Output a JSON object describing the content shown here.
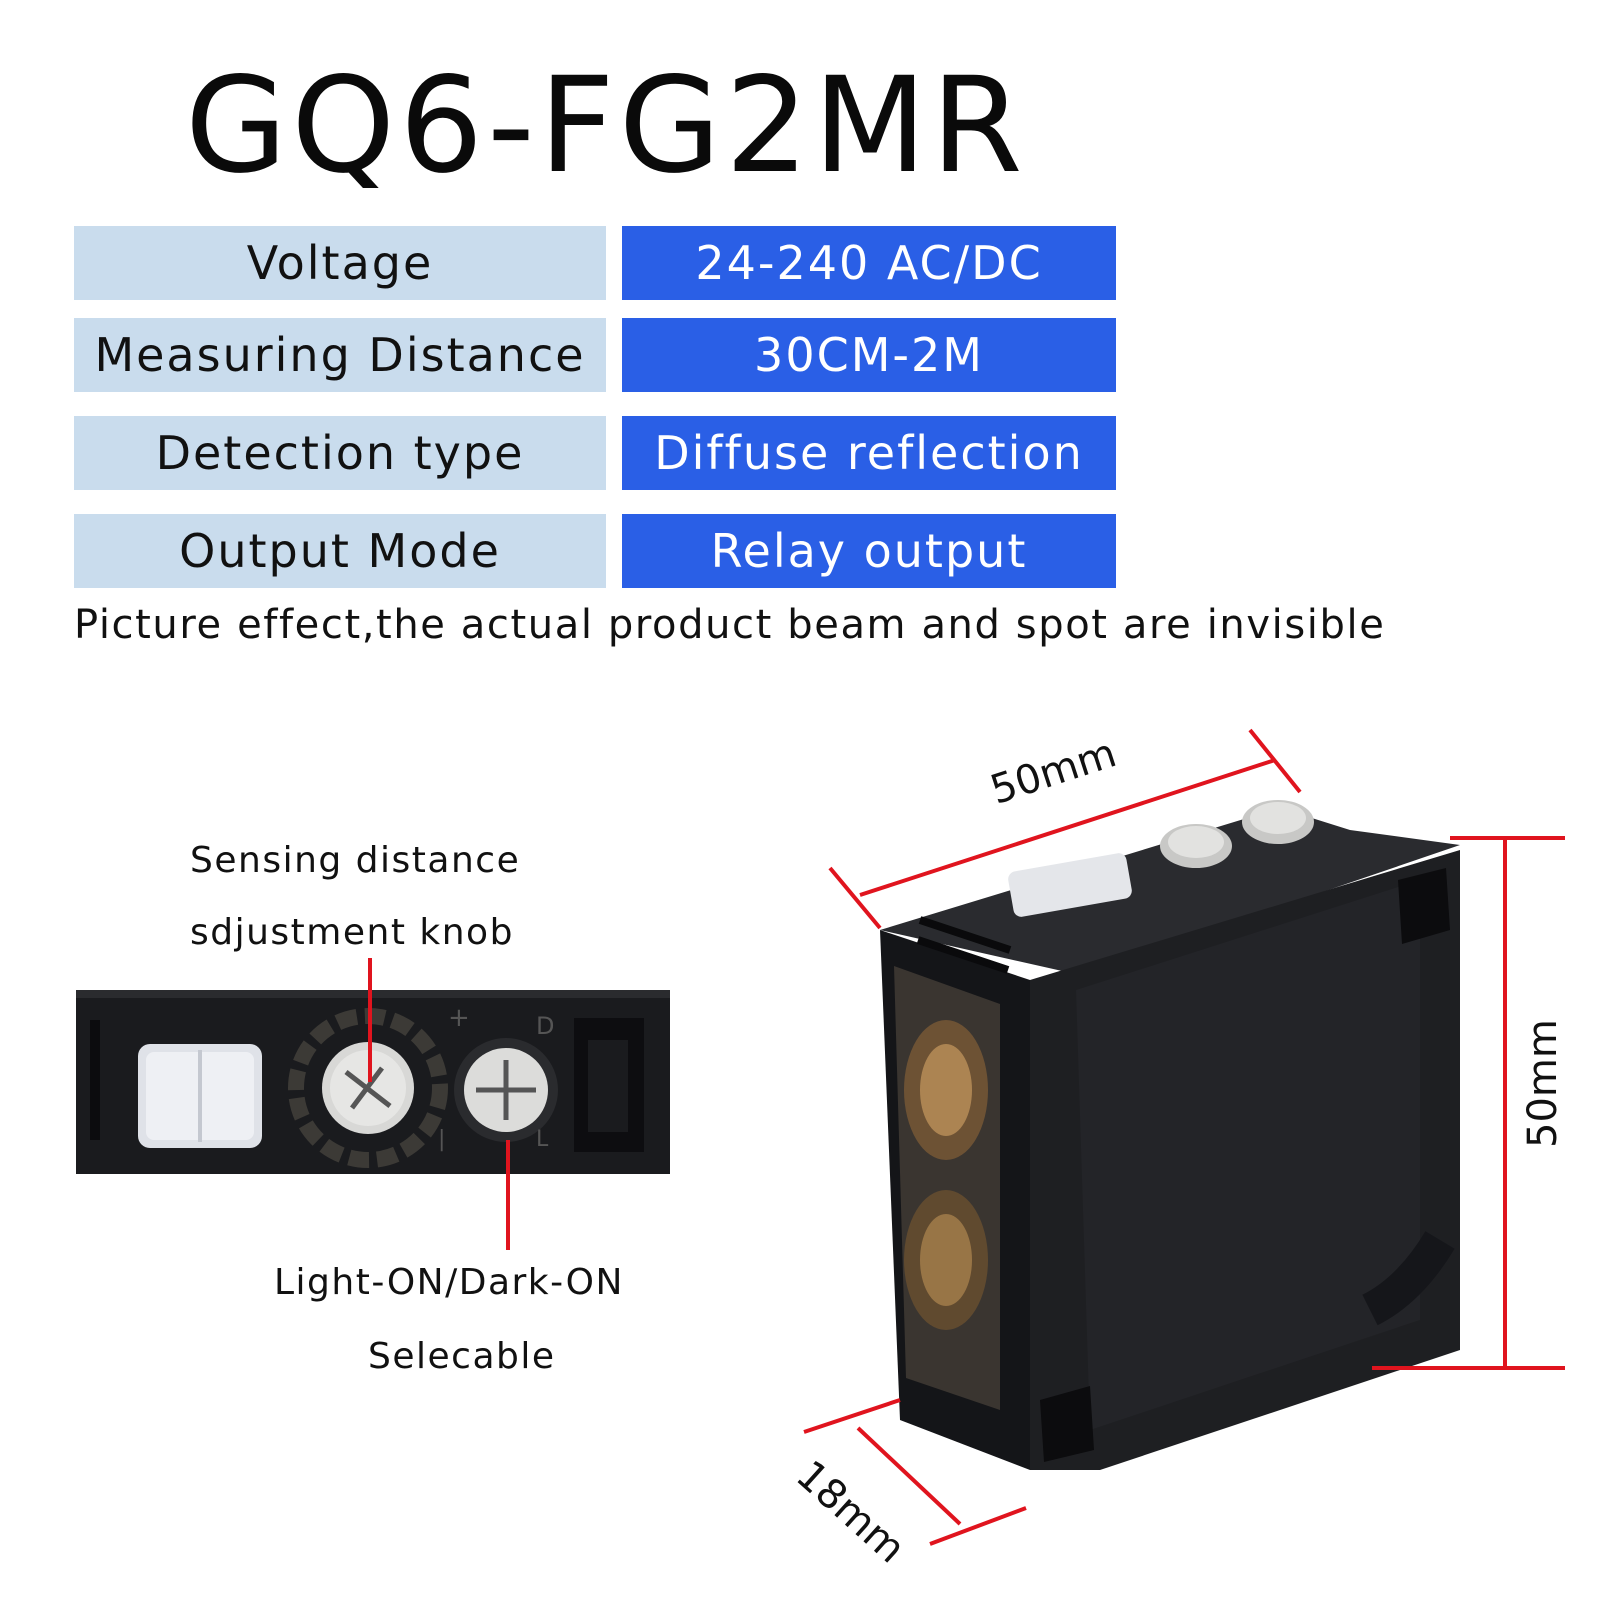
{
  "title": "GQ6-FG2MR",
  "specs": [
    {
      "label": "Voltage",
      "value": "24-240 AC/DC"
    },
    {
      "label": "Measuring Distance",
      "value": "30CM-2M"
    },
    {
      "label": "Detection type",
      "value": "Diffuse reflection"
    },
    {
      "label": "Output Mode",
      "value": "Relay output"
    }
  ],
  "note": "Picture effect,the actual product beam and spot are invisible",
  "callouts": {
    "knob_line1": "Sensing distance",
    "knob_line2": "sdjustment knob",
    "mode_line1": "Light-ON/Dark-ON",
    "mode_line2": "Selecable"
  },
  "dimensions": {
    "width": "50mm",
    "height": "50mm",
    "depth": "18mm"
  },
  "colors": {
    "label_bg": "#c9dced",
    "value_bg": "#2a5fe6",
    "dimension_lines": "#e0141e",
    "sensor_body": "#1e1f22"
  }
}
